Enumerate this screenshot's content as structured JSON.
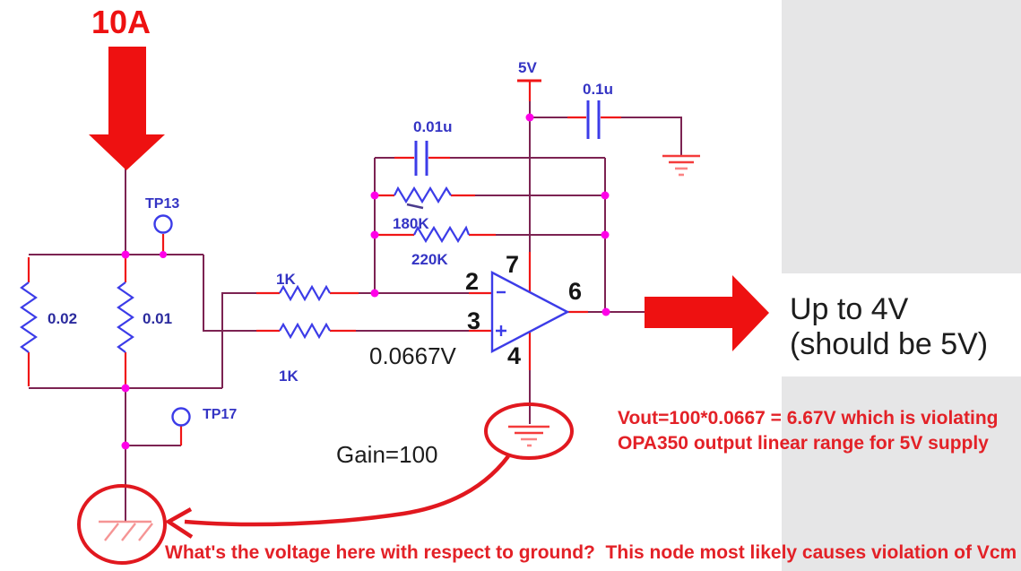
{
  "colors": {
    "wire": "#7c2352",
    "component_blue": "#3c3ce8",
    "label_blue": "#3434c4",
    "junction_magenta": "#ff00e8",
    "accent_red": "#ee1111",
    "annotation_red": "#e32127",
    "ground_red": "#f43b3b",
    "panel_gray": "#e6e6e7",
    "text_black": "#1d1d1d"
  },
  "schematic": {
    "current_source_label": "10A",
    "testpoint_1": "TP13",
    "testpoint_2": "TP17",
    "shunt_resistor_1": "0.02",
    "shunt_resistor_2": "0.01",
    "input_resistor_1": "1K",
    "input_resistor_2": "1K",
    "feedback_resistor_1": "180K",
    "feedback_resistor_2": "220K",
    "feedback_capacitor": "0.01u",
    "bypass_capacitor": "0.1u",
    "supply_label": "5V",
    "opamp_pins": {
      "inverting": "2",
      "noninverting": "3",
      "positive_supply": "7",
      "negative_supply": "4",
      "output": "6"
    },
    "input_voltage_label": "0.0667V",
    "gain_label": "Gain=100"
  },
  "annotations": {
    "output_arrow_line1": "Up to 4V",
    "output_arrow_line2": "(should be 5V)",
    "vout_note_line1": "Vout=100*0.0667 = 6.67V which is violating",
    "vout_note_line2": "OPA350 output linear range for 5V supply",
    "bottom_question": "What's the voltage here with respect to ground?  This node most likely causes violation of Vcm"
  }
}
